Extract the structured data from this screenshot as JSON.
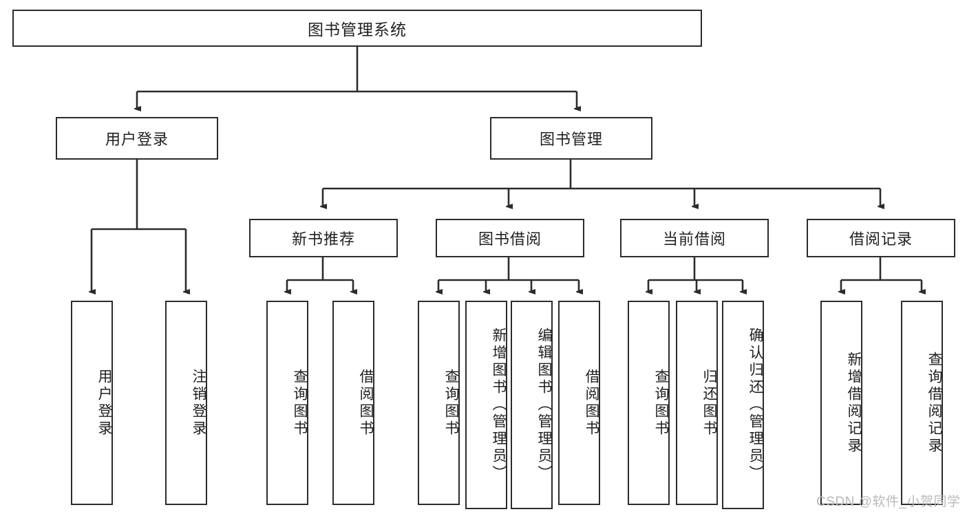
{
  "diagram": {
    "type": "tree-hierarchy",
    "title": "图书管理系统",
    "root": {
      "label": "图书管理系统"
    },
    "level2": [
      {
        "label": "用户登录"
      },
      {
        "label": "图书管理"
      }
    ],
    "level3": [
      {
        "label": "新书推荐"
      },
      {
        "label": "图书借阅"
      },
      {
        "label": "当前借阅"
      },
      {
        "label": "借阅记录"
      }
    ],
    "leaves": {
      "user_login": [
        {
          "label": "用户登录"
        },
        {
          "label": "注销登录"
        }
      ],
      "new_book_recommend": [
        {
          "label": "查询图书"
        },
        {
          "label": "借阅图书"
        }
      ],
      "book_borrow": [
        {
          "label": "查询图书"
        },
        {
          "label": "新增图书（管理员）"
        },
        {
          "label": "编辑图书（管理员）"
        },
        {
          "label": "借阅图书"
        }
      ],
      "current_borrow": [
        {
          "label": "查询图书"
        },
        {
          "label": "归还图书"
        },
        {
          "label": "确认归还（管理员）"
        }
      ],
      "borrow_record": [
        {
          "label": "新增借阅记录"
        },
        {
          "label": "查询借阅记录"
        }
      ]
    }
  },
  "watermark": {
    "text": "CSDN @软件_小贺同学"
  },
  "colors": {
    "border": "#2b2b2b",
    "text": "#1f1f1f",
    "background": "#ffffff",
    "watermark": "#b9b9b9"
  }
}
